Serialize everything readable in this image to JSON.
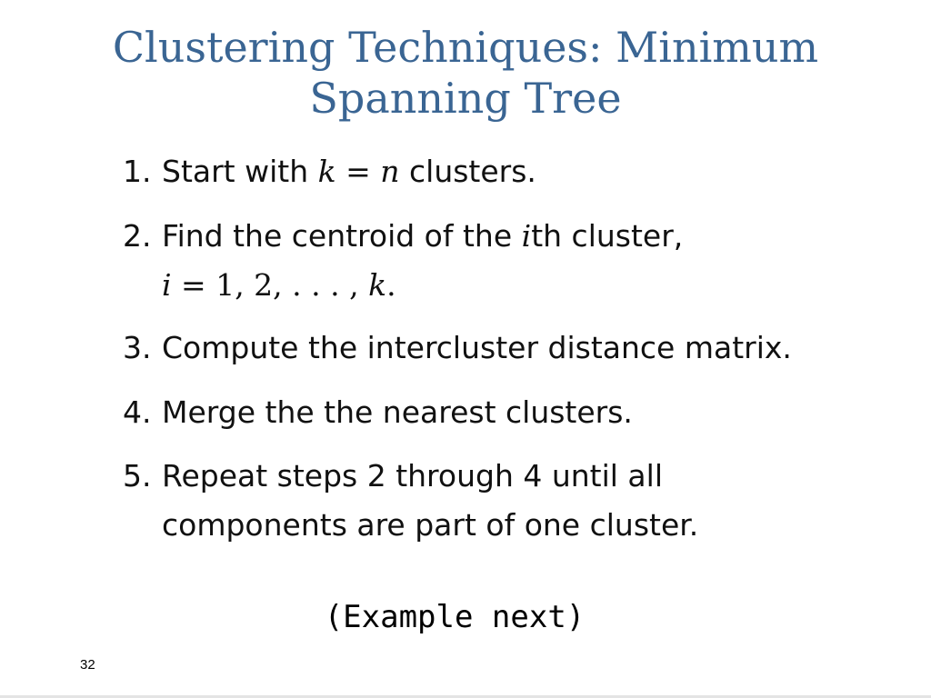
{
  "slide": {
    "title_line1": "Clustering Techniques: Minimum",
    "title_line2": "Spanning Tree",
    "steps": [
      {
        "number": "1.",
        "text_a": "Start with ",
        "math_k": "k",
        "math_eq": " = ",
        "math_n": "n",
        "text_b": " clusters."
      },
      {
        "number": "2.",
        "text_a": "Find the centroid of the ",
        "math_i": "i",
        "text_b": "th cluster,",
        "math_i2": "i",
        "math_rest": " = 1, 2, . . . , ",
        "math_k": "k",
        "math_end": "."
      },
      {
        "number": "3.",
        "text": "Compute the intercluster distance matrix."
      },
      {
        "number": "4.",
        "text": "Merge the the nearest clusters."
      },
      {
        "number": "5.",
        "text_line1": "Repeat steps 2 through 4 until all",
        "text_line2": "components are part of one cluster."
      }
    ],
    "footnote": "(Example next)",
    "page_number": "32"
  }
}
